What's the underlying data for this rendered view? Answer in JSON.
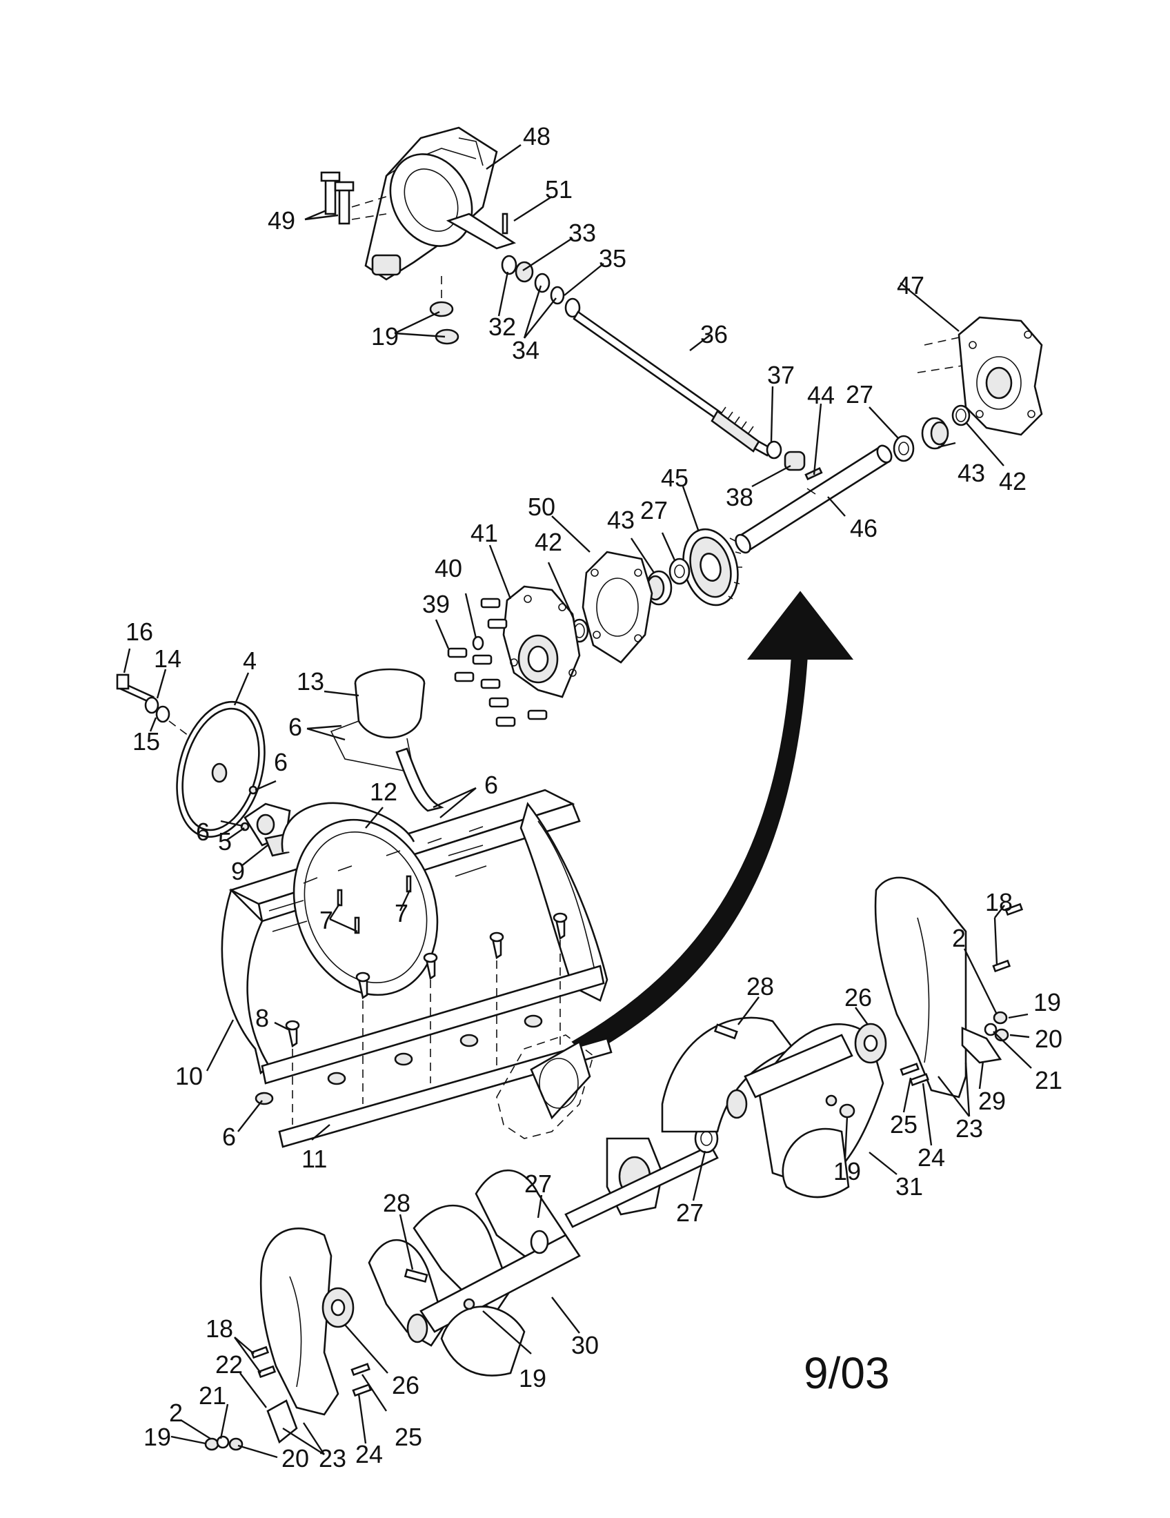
{
  "diagram": {
    "date_code": "9/03",
    "callouts": [
      {
        "id": "c48",
        "text": "48"
      },
      {
        "id": "c51",
        "text": "51"
      },
      {
        "id": "c49",
        "text": "49"
      },
      {
        "id": "c33",
        "text": "33"
      },
      {
        "id": "c35",
        "text": "35"
      },
      {
        "id": "c32",
        "text": "32"
      },
      {
        "id": "c34",
        "text": "34"
      },
      {
        "id": "c19a",
        "text": "19"
      },
      {
        "id": "c36",
        "text": "36"
      },
      {
        "id": "c47",
        "text": "47"
      },
      {
        "id": "c37",
        "text": "37"
      },
      {
        "id": "c44",
        "text": "44"
      },
      {
        "id": "c27a",
        "text": "27"
      },
      {
        "id": "c43a",
        "text": "43"
      },
      {
        "id": "c42a",
        "text": "42"
      },
      {
        "id": "c38",
        "text": "38"
      },
      {
        "id": "c46",
        "text": "46"
      },
      {
        "id": "c45",
        "text": "45"
      },
      {
        "id": "c50",
        "text": "50"
      },
      {
        "id": "c43b",
        "text": "43"
      },
      {
        "id": "c27b",
        "text": "27"
      },
      {
        "id": "c41",
        "text": "41"
      },
      {
        "id": "c42b",
        "text": "42"
      },
      {
        "id": "c40",
        "text": "40"
      },
      {
        "id": "c39",
        "text": "39"
      },
      {
        "id": "c16",
        "text": "16"
      },
      {
        "id": "c14",
        "text": "14"
      },
      {
        "id": "c4",
        "text": "4"
      },
      {
        "id": "c15",
        "text": "15"
      },
      {
        "id": "c13",
        "text": "13"
      },
      {
        "id": "c6a",
        "text": "6"
      },
      {
        "id": "c6b",
        "text": "6"
      },
      {
        "id": "c6c",
        "text": "6"
      },
      {
        "id": "c12",
        "text": "12"
      },
      {
        "id": "c6d",
        "text": "6"
      },
      {
        "id": "c5",
        "text": "5"
      },
      {
        "id": "c9",
        "text": "9"
      },
      {
        "id": "c7a",
        "text": "7"
      },
      {
        "id": "c7b",
        "text": "7"
      },
      {
        "id": "c8",
        "text": "8"
      },
      {
        "id": "c10",
        "text": "10"
      },
      {
        "id": "c6e",
        "text": "6"
      },
      {
        "id": "c11",
        "text": "11"
      },
      {
        "id": "c18a",
        "text": "18"
      },
      {
        "id": "c2a",
        "text": "2"
      },
      {
        "id": "c28a",
        "text": "28"
      },
      {
        "id": "c26a",
        "text": "26"
      },
      {
        "id": "c19b",
        "text": "19"
      },
      {
        "id": "c20a",
        "text": "20"
      },
      {
        "id": "c21a",
        "text": "21"
      },
      {
        "id": "c29",
        "text": "29"
      },
      {
        "id": "c25a",
        "text": "25"
      },
      {
        "id": "c23a",
        "text": "23"
      },
      {
        "id": "c24a",
        "text": "24"
      },
      {
        "id": "c19c",
        "text": "19"
      },
      {
        "id": "c31",
        "text": "31"
      },
      {
        "id": "c27c",
        "text": "27"
      },
      {
        "id": "c27d",
        "text": "27"
      },
      {
        "id": "c28b",
        "text": "28"
      },
      {
        "id": "c30",
        "text": "30"
      },
      {
        "id": "c18b",
        "text": "18"
      },
      {
        "id": "c26b",
        "text": "26"
      },
      {
        "id": "c22",
        "text": "22"
      },
      {
        "id": "c21b",
        "text": "21"
      },
      {
        "id": "c19d",
        "text": "19"
      },
      {
        "id": "c25b",
        "text": "25"
      },
      {
        "id": "c2b",
        "text": "2"
      },
      {
        "id": "c19e",
        "text": "19"
      },
      {
        "id": "c20b",
        "text": "20"
      },
      {
        "id": "c23b",
        "text": "23"
      },
      {
        "id": "c24b",
        "text": "24"
      }
    ]
  }
}
